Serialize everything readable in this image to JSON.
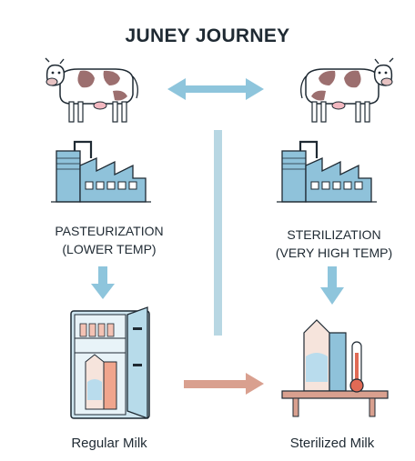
{
  "title": "JUNEY JOURNEY",
  "left": {
    "process_line1": "PASTEURIZATION",
    "process_line2": "(LOWER TEMP)",
    "caption": "Regular Milk"
  },
  "right": {
    "process_line1": "STERILIZATION",
    "process_line2": "(VERY HIGH TEMP)",
    "caption": "Sterilized Milk"
  },
  "colors": {
    "arrow_blue": "#8ec5dc",
    "arrow_red": "#d9a08f",
    "divider": "#b8d7e3",
    "factory": "#8fc2da",
    "cow_patch": "#9c6f6f"
  }
}
